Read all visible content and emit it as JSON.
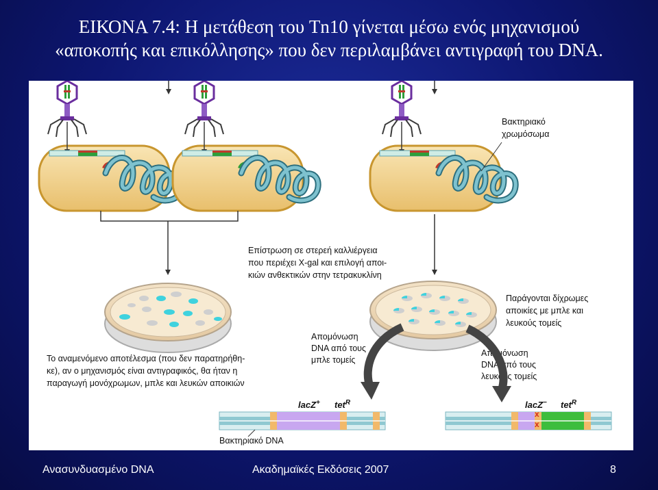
{
  "title": {
    "line1": "ΕΙΚΟΝΑ 7.4: Η μετάθεση του Tn10 γίνεται μέσω ενός μηχανισμού",
    "line2": "«αποκοπής και επικόλλησης» που δεν περιλαμβάνει αντιγραφή του DNA."
  },
  "figure": {
    "chromosome_label": [
      "Βακτηριακό",
      "χρωμόσωμα"
    ],
    "plating_label": [
      "Επίστρωση σε στερεή καλλιέργεια",
      "που περιέχει X-gal και επιλογή αποι-",
      "κιών ανθεκτικών στην τετρακυκλίνη"
    ],
    "expected_result": [
      "Το αναμενόμενο αποτέλεσμα (που δεν παρατηρήθη-",
      "κε), αν ο μηχανισμός είναι αντιγραφικός, θα ήταν η",
      "παραγωγή μονόχρωμων, μπλε και λευκών αποικιών"
    ],
    "sectored_label": [
      "Παράγονται δίχρωμες",
      "αποικίες με μπλε και",
      "λευκούς τομείς"
    ],
    "isolate_blue": [
      "Απομόνωση",
      "DNA από τους",
      "μπλε τομείς"
    ],
    "isolate_white": [
      "Απομόνωση",
      "DNA από τους",
      "λευκούς τομείς"
    ],
    "bacterial_dna_label": "Βακτηριακό DNA",
    "lacz_plus": "lacZ",
    "lacz_plus_sup": "+",
    "tetr_left": "tet",
    "tetr_left_sup": "R",
    "lacz_minus": "lacZ",
    "lacz_minus_sup": "−",
    "tetr_right": "tet",
    "tetr_right_sup": "R",
    "x_mark": "x"
  },
  "footer": {
    "left": "Ανασυνδυασμένο DNA",
    "center": "Ακαδημαϊκές Εκδόσεις 2007",
    "page": "8"
  },
  "colors": {
    "background": "#0d1670",
    "cell_fill": "#f5d896",
    "cell_border": "#c8962f",
    "chromosome": "#5aa3b3",
    "blue_colony": "#3fd2de",
    "white_colony": "#cfcfcf",
    "lacz_plus": "#c8a7f0",
    "tet": "#3dbd3d",
    "red": "#d62a1f"
  }
}
